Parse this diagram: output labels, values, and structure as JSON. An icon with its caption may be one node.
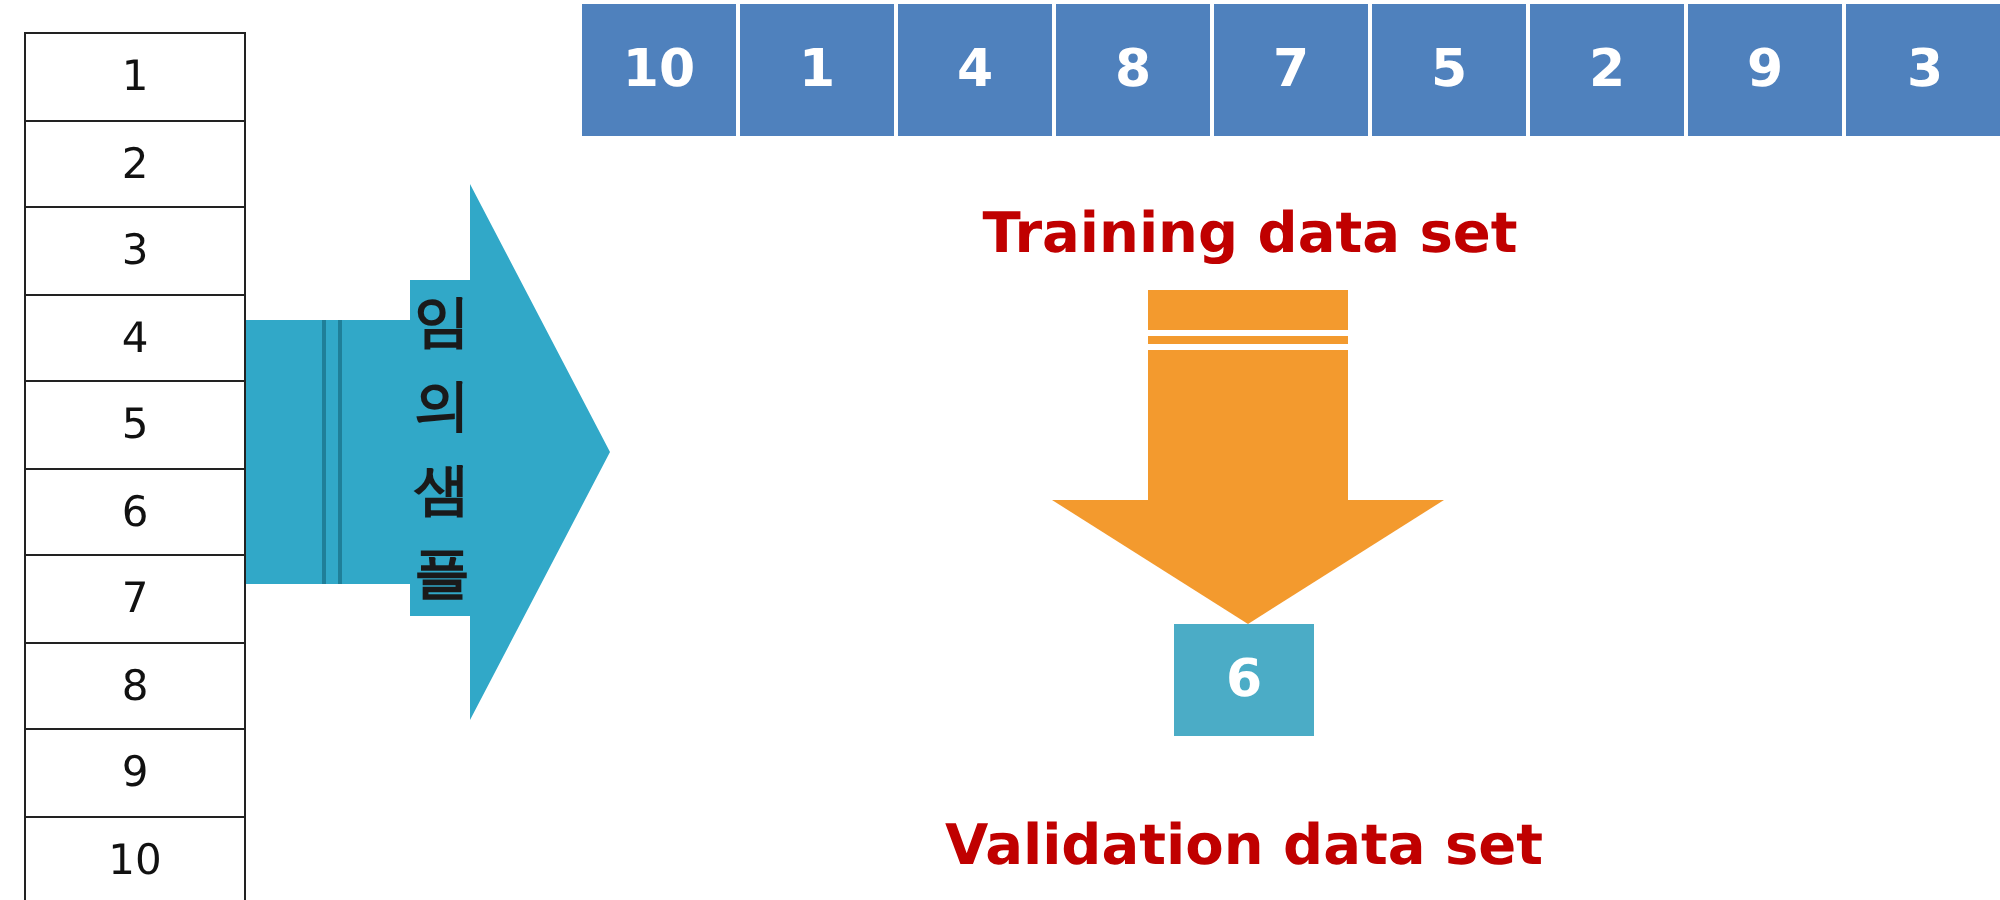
{
  "diagram": {
    "nodes": [
      {
        "text": [],
        "shape": "box"
      },
      {
        "text": [
          "1"
        ],
        "in": 0
      },
      {
        "text": [
          "2"
        ],
        "in": 0
      },
      {
        "text": [
          "3"
        ],
        "in": 0
      },
      {
        "text": [
          "4"
        ],
        "in": 0
      },
      {
        "text": [
          "5"
        ],
        "in": 0
      },
      {
        "text": [
          "6"
        ],
        "in": 0
      },
      {
        "text": [
          "7"
        ],
        "in": 0
      },
      {
        "text": [
          "8"
        ],
        "in": 0
      },
      {
        "text": [
          "9"
        ],
        "in": 0
      },
      {
        "text": [
          "10"
        ],
        "in": 0
      },
      {
        "text": [
          "10"
        ]
      },
      {
        "text": [
          "1"
        ]
      },
      {
        "text": [
          "4"
        ]
      },
      {
        "text": [
          "8"
        ]
      },
      {
        "text": [
          "7"
        ]
      },
      {
        "text": [
          "5"
        ]
      },
      {
        "text": [
          "2"
        ]
      },
      {
        "text": [
          "9"
        ]
      },
      {
        "text": [
          "3"
        ]
      },
      {
        "text": [
          "Training data set"
        ]
      },
      {
        "text": [
          "6"
        ],
        "beside": [
          "Validation data set"
        ]
      }
    ],
    "edges": [
      {
        "from": 0,
        "to": null,
        "arrow": "to",
        "label": "임의샘플",
        "color": "#31a8c8"
      },
      {
        "from": 20,
        "to": 21,
        "arrow": "to",
        "color": "#f39a2e"
      }
    ]
  }
}
